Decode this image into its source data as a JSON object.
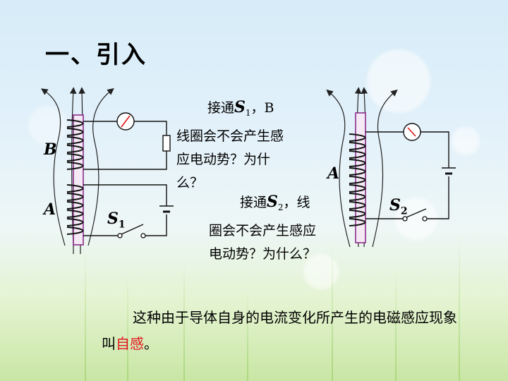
{
  "title": "一、引入",
  "q1": {
    "prefix": "接通",
    "sw": "S",
    "sub": "1",
    "suffix": "，B",
    "rest": "线圈会不会产生感应电动势？为什么？"
  },
  "q2": {
    "prefix": "接通",
    "sw": "S",
    "sub": "2",
    "suffix": "，线",
    "rest": "圈会不会产生感应电动势？为什么？"
  },
  "fig1": {
    "label_b": "B",
    "label_a": "A",
    "switch_letter": "S",
    "switch_sub": "1"
  },
  "fig2": {
    "label_a": "A",
    "switch_letter": "S",
    "switch_sub": "2"
  },
  "conclusion": {
    "before": "这种由于导体自身的电流变化所产生的电磁感应现象叫",
    "highlight": "自感",
    "after": "。"
  }
}
